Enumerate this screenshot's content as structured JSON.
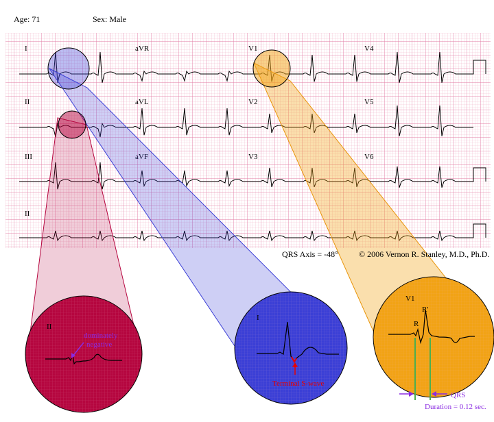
{
  "header": {
    "age": "Age:  71",
    "sex": "Sex:  Male"
  },
  "leads": [
    {
      "label": "I",
      "row": 0,
      "col": 0
    },
    {
      "label": "aVR",
      "row": 0,
      "col": 1
    },
    {
      "label": "V1",
      "row": 0,
      "col": 2
    },
    {
      "label": "V4",
      "row": 0,
      "col": 3
    },
    {
      "label": "II",
      "row": 1,
      "col": 0
    },
    {
      "label": "aVL",
      "row": 1,
      "col": 1
    },
    {
      "label": "V2",
      "row": 1,
      "col": 2
    },
    {
      "label": "V5",
      "row": 1,
      "col": 3
    },
    {
      "label": "III",
      "row": 2,
      "col": 0
    },
    {
      "label": "aVF",
      "row": 2,
      "col": 1
    },
    {
      "label": "V3",
      "row": 2,
      "col": 2
    },
    {
      "label": "V6",
      "row": 2,
      "col": 3
    },
    {
      "label": "II",
      "row": 3,
      "col": 0
    }
  ],
  "footer": {
    "axis": "QRS Axis = -48°",
    "copyright": "© 2006 Vernon R. Stanley, M.D., Ph.D."
  },
  "zooms": {
    "lead_ii": {
      "label": "II",
      "annotation_line1": "dominately",
      "annotation_line2": "negative"
    },
    "lead_i": {
      "label": "I",
      "annotation": "Terminal S-wave"
    },
    "lead_v1": {
      "label": "V1",
      "r_label": "R",
      "r_prime_label": "R'",
      "qrs_label": "QRS",
      "duration_label": "Duration = 0.12 sec."
    }
  },
  "colors": {
    "grid_fine": "#f2b8cc",
    "grid_major": "#e37fa6",
    "lead_ii_zoom": "#b5063f",
    "lead_i_zoom": "#3b3fd6",
    "lead_v1_zoom": "#f2a315",
    "annotation_purple": "#8a2be2",
    "annotation_red": "#e60000"
  }
}
